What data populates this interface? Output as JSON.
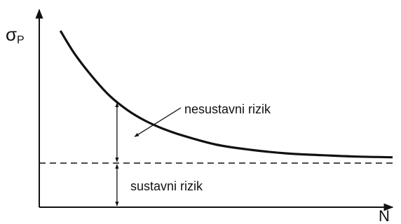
{
  "chart_data": {
    "type": "line",
    "ylabel_symbol": "σ",
    "ylabel_subscript": "P",
    "xlabel": "N",
    "xlim": [
      0,
      100
    ],
    "ylim": [
      0,
      100
    ],
    "grid": false,
    "legend": "none",
    "series": [
      {
        "x": [
          6,
          10,
          15,
          20,
          25,
          30,
          35,
          40,
          50,
          60,
          70,
          80,
          90,
          100
        ],
        "y": [
          100,
          87,
          74,
          63,
          55,
          49,
          44.5,
          41,
          35.5,
          32.5,
          30.5,
          29.5,
          28.7,
          28.3
        ]
      }
    ],
    "reference_line": {
      "y": 25,
      "style": "dashed"
    },
    "annotations": [
      {
        "text": "nesustavni rizik",
        "arrow_to_x": 27,
        "arrow_to_y": 40
      },
      {
        "text": "sustavni rizik"
      }
    ],
    "bracket_x": 22,
    "colors": {
      "ink": "#111111",
      "background": "#ffffff"
    }
  }
}
